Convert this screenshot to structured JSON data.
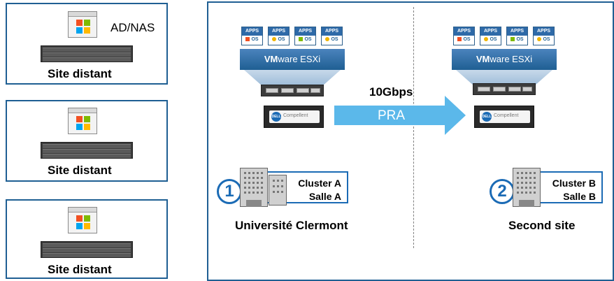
{
  "left_sites": [
    {
      "title": "AD/NAS",
      "label": "Site distant"
    },
    {
      "title": "",
      "label": "Site distant"
    },
    {
      "title": "",
      "label": "Site distant"
    }
  ],
  "esxi": {
    "vm_prefix": "VM",
    "vm_suffix": "ware ESXi"
  },
  "app_tile": {
    "apps": "APPS",
    "os": "OS"
  },
  "link": {
    "speed": "10Gbps",
    "label": "PRA"
  },
  "site_a": {
    "number": "1",
    "cluster": "Cluster A",
    "room": "Salle A",
    "caption": "Université Clermont"
  },
  "site_b": {
    "number": "2",
    "cluster": "Cluster B",
    "room": "Salle B",
    "caption": "Second site"
  },
  "storage_brand": "Compellent",
  "storage_logo": "DELL",
  "colors": {
    "frame": "#1f5f93",
    "accent": "#1b6bb5",
    "arrow": "#5bb8ea"
  }
}
